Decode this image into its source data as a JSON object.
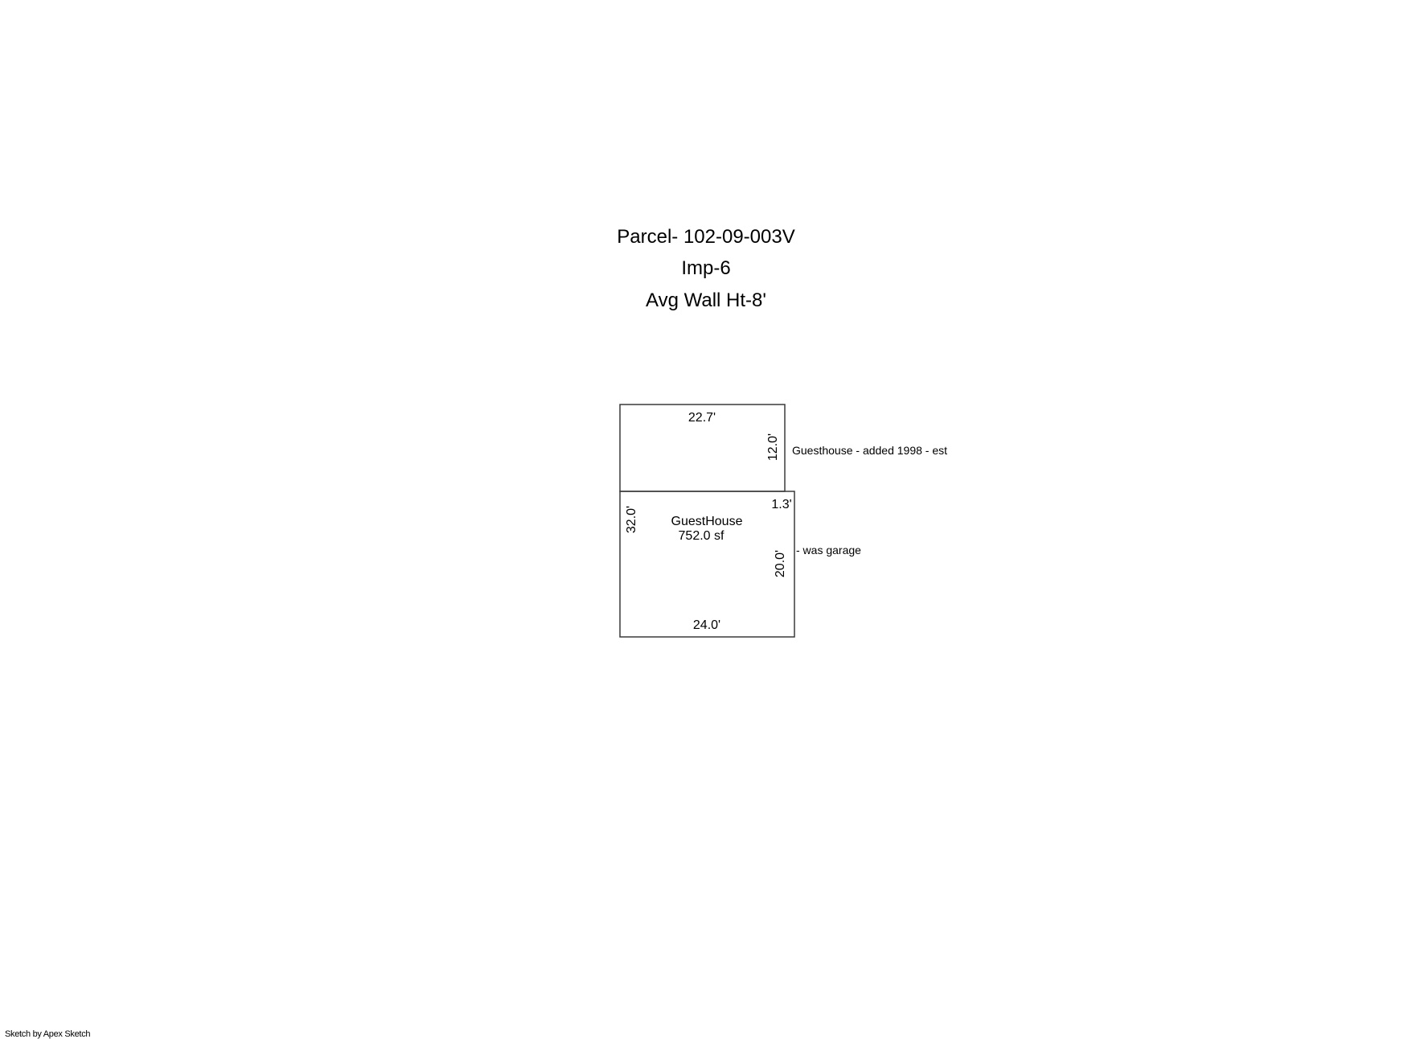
{
  "header": {
    "parcel": "Parcel- 102-09-003V",
    "imp": "Imp-6",
    "wall_height": "Avg Wall Ht-8'"
  },
  "sketch": {
    "upper_section": {
      "top_dimension": "22.7'",
      "right_dimension": "12.0'",
      "note": "Guesthouse - added 1998 - est"
    },
    "lower_section": {
      "name": "GuestHouse",
      "area": "752.0 sf",
      "left_dimension": "32.0'",
      "jog_dimension": "1.3'",
      "right_dimension": "20.0'",
      "bottom_dimension": "24.0'",
      "note": "- was garage"
    }
  },
  "footer": {
    "credit": "Sketch by Apex Sketch"
  },
  "colors": {
    "line": "#3a3a3a",
    "text": "#000000",
    "background": "#ffffff"
  }
}
